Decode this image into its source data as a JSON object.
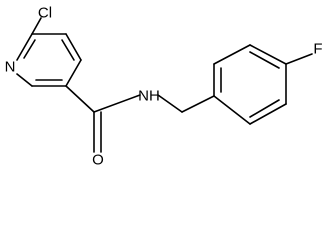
{
  "molecule": {
    "atom_labels": {
      "chlorine": "Cl",
      "pyridine_nitrogen": "N",
      "amide_nitrogen": "NH",
      "carbonyl_oxygen": "O",
      "fluorine": "F"
    }
  },
  "colors": {
    "background": "#ffffff",
    "ink": "#000000"
  }
}
